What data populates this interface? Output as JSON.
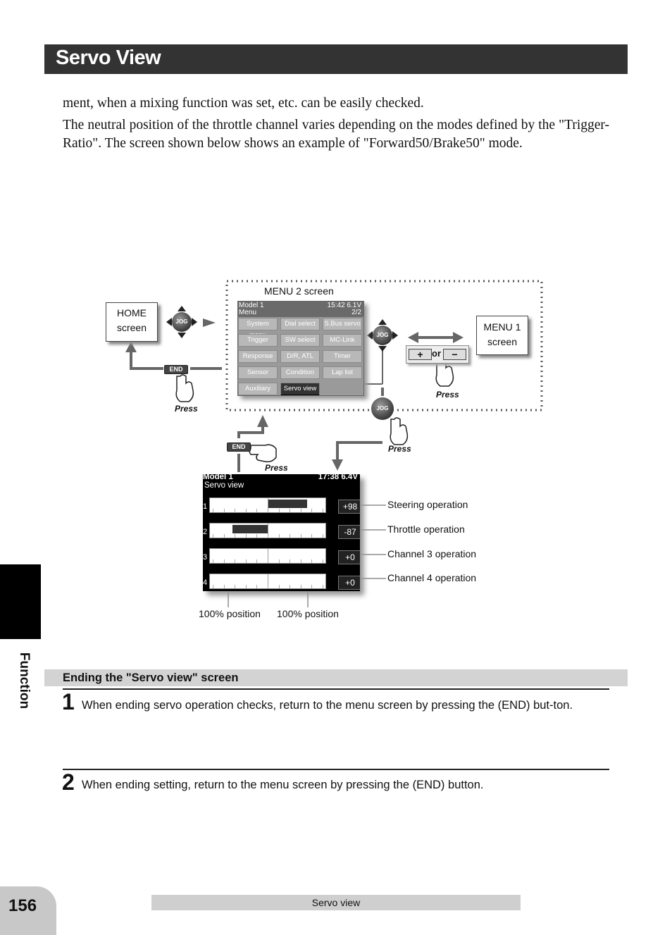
{
  "header": {
    "title": "Servo View"
  },
  "intro": {
    "p1": "ment, when a mixing function was set, etc. can be easily checked.",
    "p2": "The neutral position of the throttle channel varies depending on the modes defined by the \"Trigger-Ratio\". The screen shown below shows an example of \"Forward50/Brake50\" mode."
  },
  "sidebar": {
    "label": "Function"
  },
  "diagram": {
    "home_box": "HOME\nscreen",
    "menu1_box": "MENU 1\nscreen",
    "menu2_label": "MENU 2 screen",
    "press_label": "Press",
    "jog_label": "JOG",
    "end_label": "END",
    "or_label": "or",
    "plus": "+",
    "minus": "−",
    "menu2": {
      "head_left1": "Model 1",
      "head_left2": "Menu",
      "head_right1": "15:42 6.1V",
      "head_right2": "2/2",
      "buttons": [
        "System menu",
        "Dial select",
        "S.Bus servo",
        "Trigger",
        "SW select",
        "MC-Link",
        "Response",
        "D/R, ATL",
        "Timer",
        "Sensor",
        "Condition",
        "Lap list",
        "Auxiliary",
        "Servo view",
        ""
      ]
    },
    "servo_view": {
      "model": "Model 1",
      "time_volt": "17:38 6.4V",
      "title": "Servo view",
      "channels": [
        {
          "ch": "1",
          "value": "+98",
          "label": "Steering operation",
          "position": 0.98
        },
        {
          "ch": "2",
          "value": "-87",
          "label": "Throttle operation",
          "position": -0.87
        },
        {
          "ch": "3",
          "value": "+0",
          "label": "Channel 3 operation",
          "position": 0
        },
        {
          "ch": "4",
          "value": "+0",
          "label": "Channel 4 operation",
          "position": 0
        }
      ],
      "left_pos_label": "100% position",
      "right_pos_label": "100% position"
    }
  },
  "section": {
    "heading": "Ending the \"Servo view\" screen"
  },
  "steps": [
    {
      "num": "1",
      "text": "When ending servo operation checks, return to the menu screen by pressing the (END) but-ton."
    },
    {
      "num": "2",
      "text": "When ending setting, return to the menu screen by pressing the (END) button."
    }
  ],
  "footer": {
    "page_number": "156",
    "label": "Servo view"
  }
}
